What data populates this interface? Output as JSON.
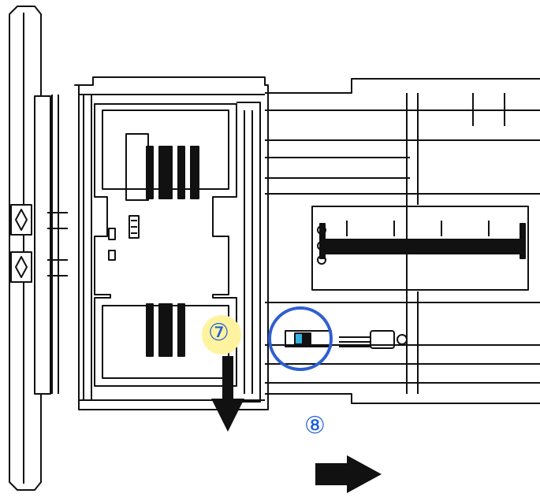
{
  "diagram": {
    "type": "paper-tray-illustration",
    "steps": [
      {
        "label": "⑦",
        "highlight_color": "#fff3a0",
        "text_color": "#1f5fd6"
      },
      {
        "label": "⑧",
        "text_color": "#1f5fd6"
      }
    ],
    "callout": {
      "shape": "circle",
      "color": "#2f5fd0"
    },
    "arrows": [
      {
        "name": "push-down-arrow",
        "direction": "down"
      },
      {
        "name": "pull-right-arrow",
        "direction": "right"
      }
    ],
    "line_color": "#111111"
  }
}
